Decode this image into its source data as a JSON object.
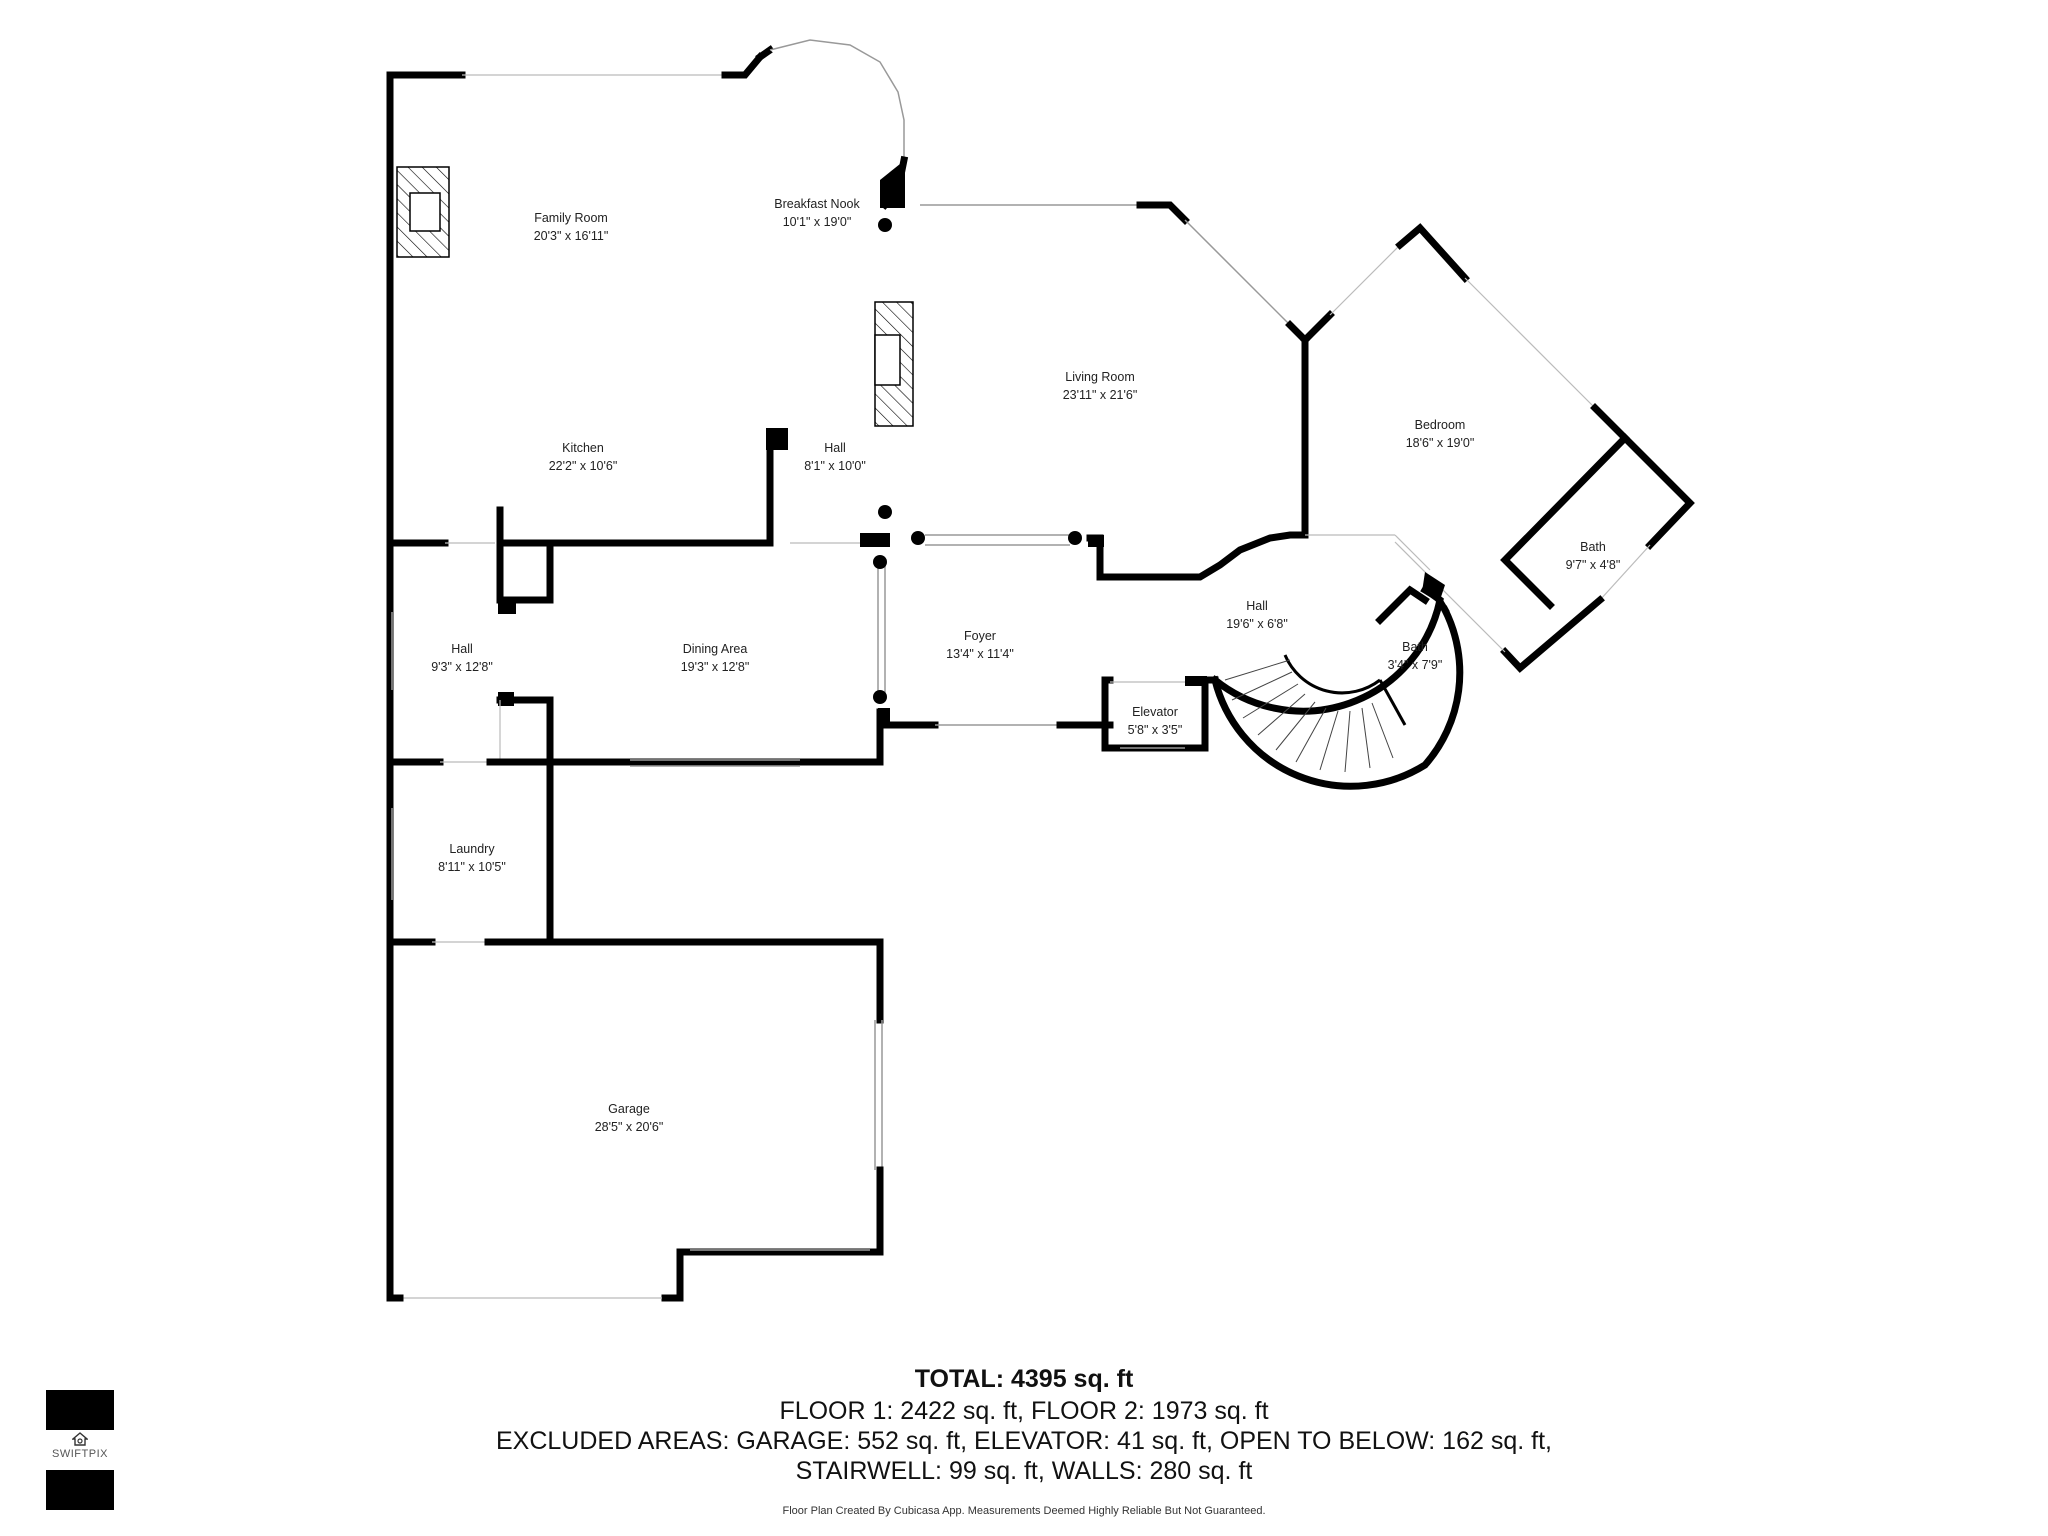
{
  "rooms": {
    "family_room": {
      "name": "Family Room",
      "dim": "20'3\" x 16'11\""
    },
    "breakfast_nook": {
      "name": "Breakfast Nook",
      "dim": "10'1\" x 19'0\""
    },
    "living_room": {
      "name": "Living Room",
      "dim": "23'11\" x 21'6\""
    },
    "bedroom": {
      "name": "Bedroom",
      "dim": "18'6\" x 19'0\""
    },
    "kitchen": {
      "name": "Kitchen",
      "dim": "22'2\" x 10'6\""
    },
    "hall_center": {
      "name": "Hall",
      "dim": "8'1\" x 10'0\""
    },
    "bath_right": {
      "name": "Bath",
      "dim": "9'7\" x 4'8\""
    },
    "hall_curved": {
      "name": "Hall",
      "dim": "19'6\" x 6'8\""
    },
    "hall_left": {
      "name": "Hall",
      "dim": "9'3\" x 12'8\""
    },
    "dining_area": {
      "name": "Dining Area",
      "dim": "19'3\" x 12'8\""
    },
    "foyer": {
      "name": "Foyer",
      "dim": "13'4\" x 11'4\""
    },
    "bath_small": {
      "name": "Bath",
      "dim": "3'4\" x 7'9\""
    },
    "elevator": {
      "name": "Elevator",
      "dim": "5'8\" x 3'5\""
    },
    "laundry": {
      "name": "Laundry",
      "dim": "8'11\" x 10'5\""
    },
    "garage": {
      "name": "Garage",
      "dim": "28'5\" x 20'6\""
    }
  },
  "summary": {
    "total": "TOTAL: 4395 sq. ft",
    "floors": "FLOOR 1: 2422 sq. ft, FLOOR 2: 1973 sq. ft",
    "excluded_1": "EXCLUDED AREAS: GARAGE: 552 sq. ft, ELEVATOR: 41 sq. ft, OPEN TO BELOW: 162 sq. ft,",
    "excluded_2": "STAIRWELL: 99 sq. ft, WALLS: 280 sq. ft"
  },
  "disclaimer": "Floor Plan Created By Cubicasa App. Measurements Deemed Highly Reliable But Not Guaranteed.",
  "logo": {
    "text": "SWIFTPIX"
  }
}
